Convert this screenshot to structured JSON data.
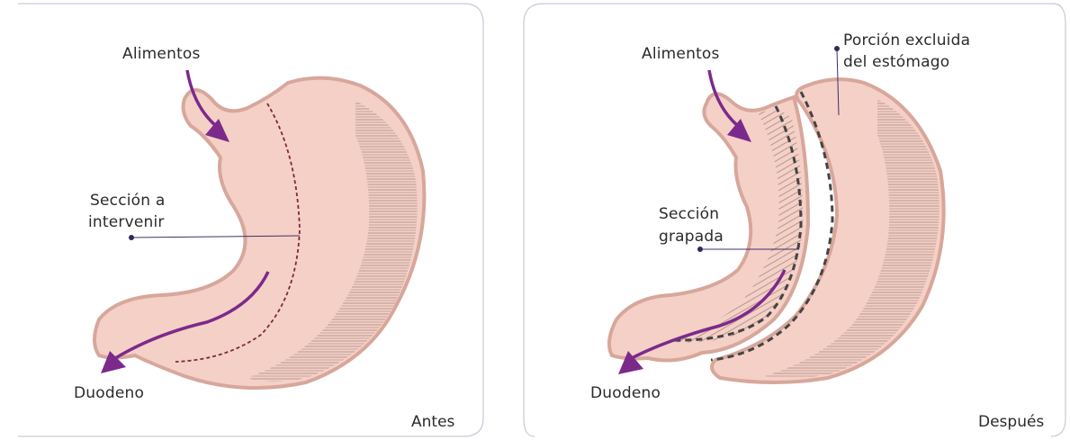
{
  "colors": {
    "stomach_fill": "#f5d0c6",
    "stomach_outline": "#d7a79c",
    "arrow": "#7b2a8c",
    "leader": "#3f2f6b",
    "cut_line_before": "#7a2a3a",
    "staple_line": "#444444",
    "hatch": "#9a7f7a",
    "frame": "#cfc6d6"
  },
  "panels": [
    {
      "corner_label": "Antes",
      "labels": {
        "food": "Alimentos",
        "section_line1": "Sección a",
        "section_line2": "intervenir",
        "duodenum": "Duodeno"
      }
    },
    {
      "corner_label": "Después",
      "labels": {
        "food": "Alimentos",
        "excluded_line1": "Porción excluida",
        "excluded_line2": "del estómago",
        "section_line1": "Sección",
        "section_line2": "grapada",
        "duodenum": "Duodeno"
      }
    }
  ]
}
